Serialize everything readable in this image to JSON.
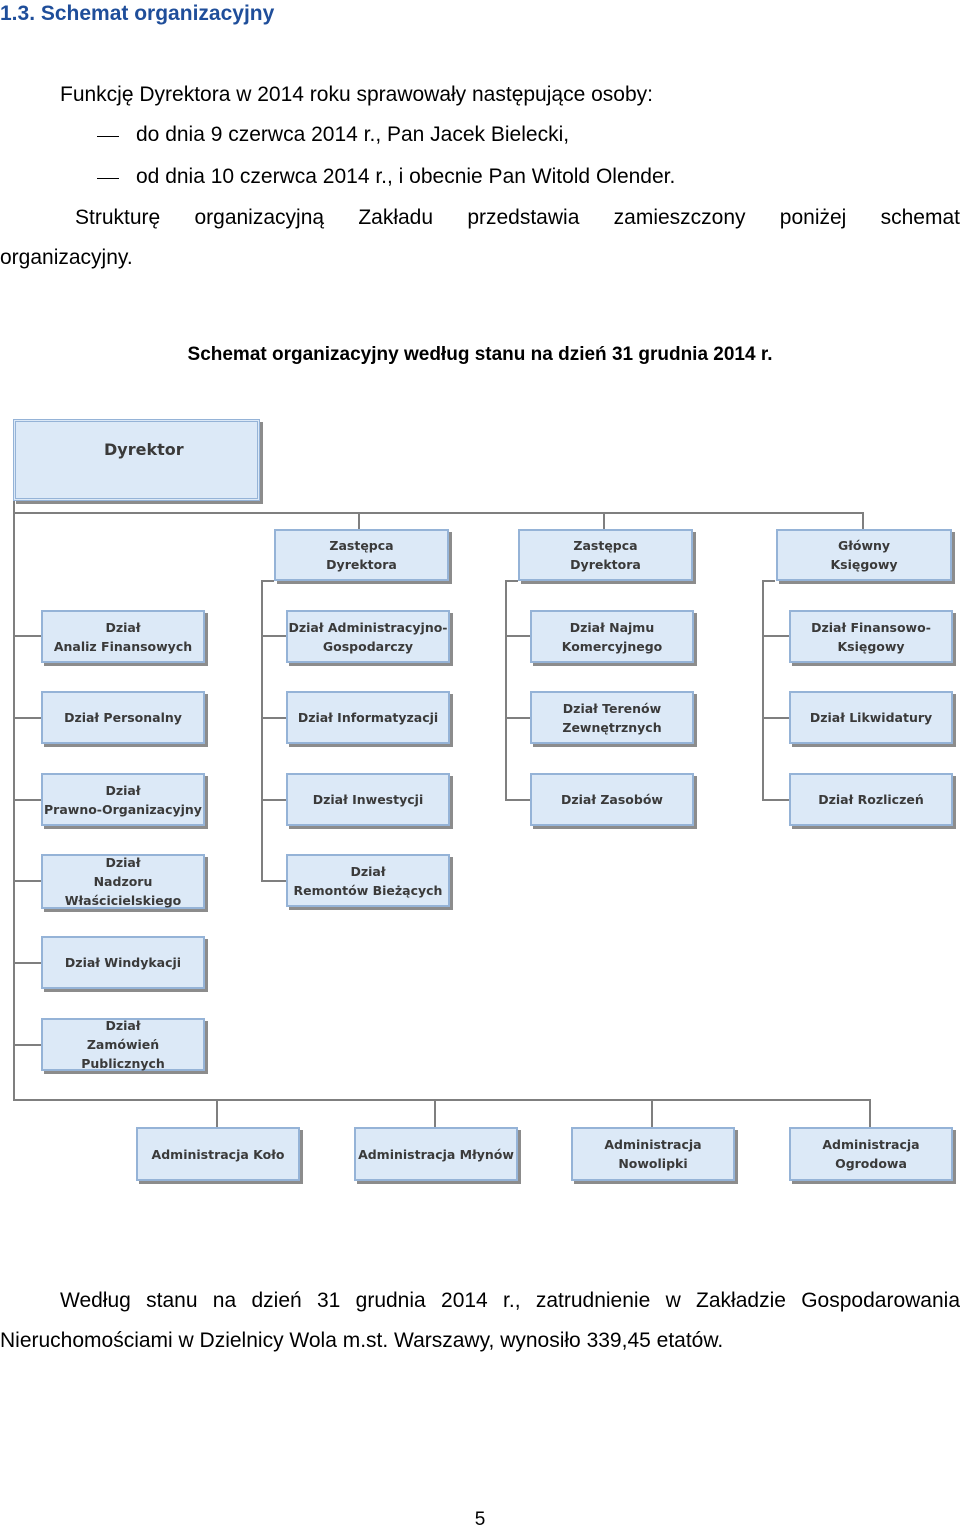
{
  "heading": "1.3. Schemat organizacyjny",
  "intro": "Funkcję Dyrektora w 2014 roku sprawowały następujące osoby:",
  "bullets": [
    "do dnia 9 czerwca 2014 r., Pan Jacek Bielecki,",
    "od dnia 10 czerwca 2014 r., i obecnie Pan Witold Olender."
  ],
  "structure_para": {
    "words": [
      "Strukturę",
      "organizacyjną",
      "Zakładu",
      "przedstawia",
      "zamieszczony",
      "poniżej",
      "schemat"
    ],
    "continuation": "organizacyjny."
  },
  "chart_caption": "Schemat organizacyjny według stanu na dzień 31 grudnia 2014 r.",
  "org_chart": {
    "director": "Dyrektor",
    "deputy_1": "Zastępca\nDyrektora",
    "deputy_2": "Zastępca\nDyrektora",
    "chief_accountant": "Główny\nKsięgowy",
    "col1": [
      "Dział\nAnaliz Finansowych",
      "Dział Personalny",
      "Dział\nPrawno-Organizacyjny",
      "Dział\nNadzoru\nWłaścicielskiego",
      "Dział Windykacji",
      "Dział\nZamówień Publicznych"
    ],
    "col2": [
      "Dział Administracyjno-\nGospodarczy",
      "Dział Informatyzacji",
      "Dział Inwestycji",
      "Dział\nRemontów Bieżących"
    ],
    "col3": [
      "Dział Najmu\nKomercyjnego",
      "Dział Terenów\nZewnętrznych",
      "Dział Zasobów"
    ],
    "col4": [
      "Dział Finansowo-\nKsięgowy",
      "Dział Likwidatury",
      "Dział Rozliczeń"
    ],
    "admins": [
      "Administracja Koło",
      "Administracja Młynów",
      "Administracja\nNowolipki",
      "Administracja\nOgrodowa"
    ]
  },
  "employment_para": {
    "line1": "Według stanu na dzień 31 grudnia 2014 r., zatrudnienie w Zakładzie Gospodarowania",
    "line2": "Nieruchomościami w Dzielnicy Wola m.st. Warszawy, wynosiło 339,45 etatów."
  },
  "page_number": "5"
}
